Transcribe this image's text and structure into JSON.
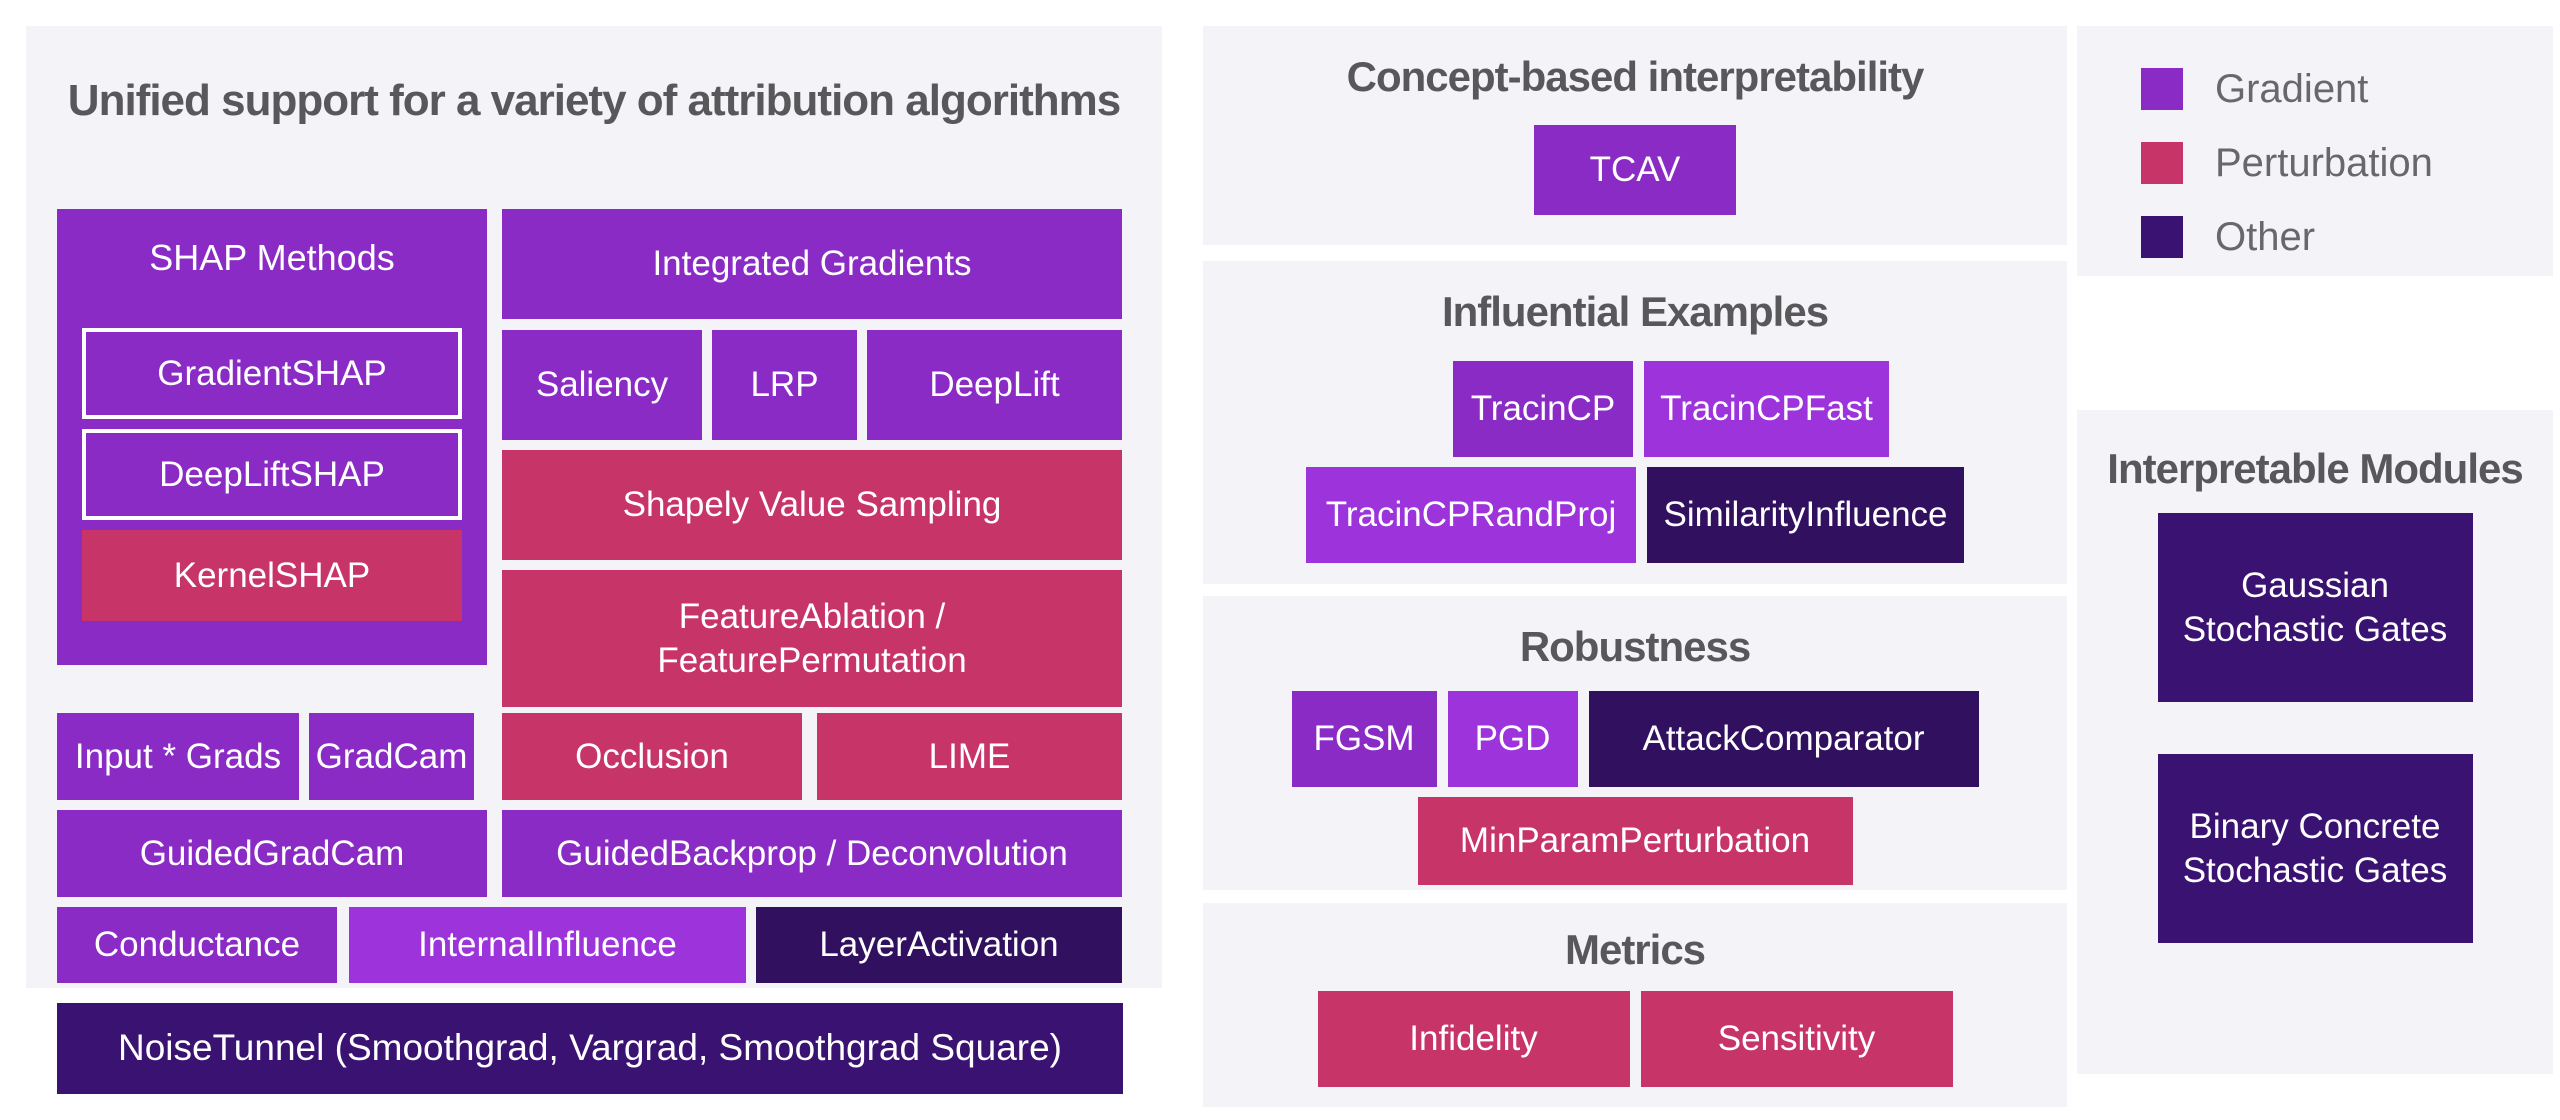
{
  "colors": {
    "gradient_purple": "#8b2bc6",
    "gradient_purple_light": "#9c33db",
    "perturbation_pink": "#c73568",
    "other_dark": "#311060",
    "other_deep": "#3a1272",
    "panel_background": "#f4f3f8",
    "heading_text": "#58585a",
    "legend_text": "#68686b"
  },
  "attribution": {
    "title": "Unified support for a variety of attribution algorithms",
    "shap": {
      "label": "SHAP Methods",
      "gradient_shap": "GradientSHAP",
      "deeplift_shap": "DeepLiftSHAP",
      "kernel_shap": "KernelSHAP"
    },
    "integrated_gradients": "Integrated Gradients",
    "saliency": "Saliency",
    "lrp": "LRP",
    "deeplift": "DeepLift",
    "shapely_value_sampling": "Shapely Value Sampling",
    "feature_ablation_permutation": "FeatureAblation / FeaturePermutation",
    "input_grads": "Input * Grads",
    "gradcam": "GradCam",
    "occlusion": "Occlusion",
    "lime": "LIME",
    "guided_gradcam": "GuidedGradCam",
    "guided_backprop_deconvolution": "GuidedBackprop / Deconvolution",
    "conductance": "Conductance",
    "internal_influence": "InternalInfluence",
    "layer_activation": "LayerActivation",
    "noise_tunnel": "NoiseTunnel (Smoothgrad, Vargrad, Smoothgrad Square)"
  },
  "concept": {
    "title": "Concept-based interpretability",
    "tcav": "TCAV"
  },
  "influential": {
    "title": "Influential Examples",
    "tracincp": "TracinCP",
    "tracincp_fast": "TracinCPFast",
    "tracincp_randproj": "TracinCPRandProj",
    "similarity_influence": "SimilarityInfluence"
  },
  "robustness": {
    "title": "Robustness",
    "fgsm": "FGSM",
    "pgd": "PGD",
    "attack_comparator": "AttackComparator",
    "min_param_perturbation": "MinParamPerturbation"
  },
  "metrics": {
    "title": "Metrics",
    "infidelity": "Infidelity",
    "sensitivity": "Sensitivity"
  },
  "legend": {
    "items": [
      {
        "label": "Gradient",
        "color": "#8b2bc6"
      },
      {
        "label": "Perturbation",
        "color": "#c73568"
      },
      {
        "label": "Other",
        "color": "#3a1272"
      }
    ]
  },
  "modules": {
    "title": "Interpretable Modules",
    "gaussian_stochastic_gates": "Gaussian Stochastic Gates",
    "binary_concrete_stochastic_gates": "Binary Concrete Stochastic Gates"
  }
}
